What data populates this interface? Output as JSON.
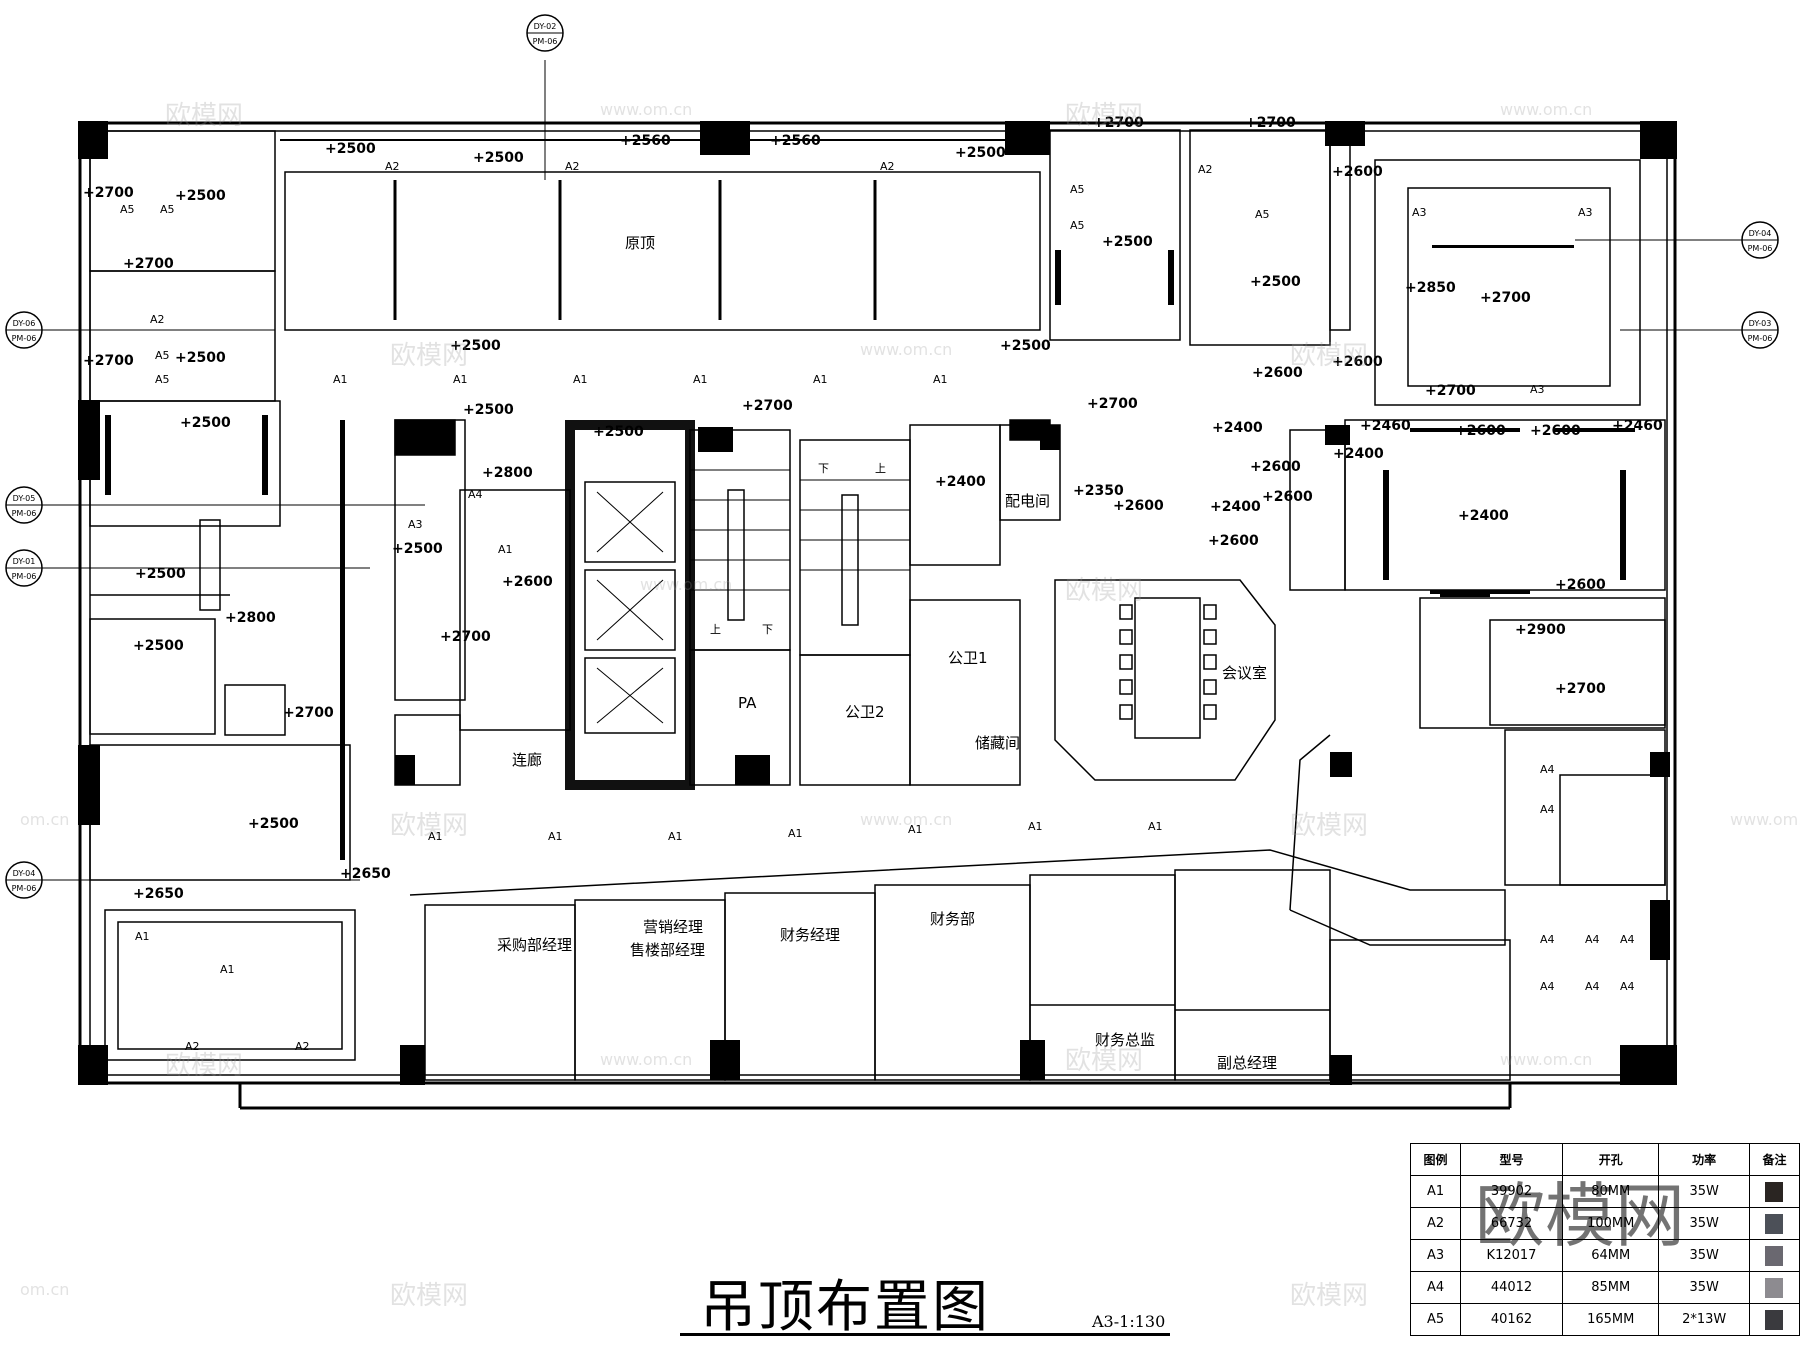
{
  "drawing": {
    "title": "吊顶布置图",
    "scale": "A3-1:130"
  },
  "rooms": [
    {
      "label": "原顶"
    },
    {
      "label": "配电间"
    },
    {
      "label": "公卫1"
    },
    {
      "label": "公卫2"
    },
    {
      "label": "PA"
    },
    {
      "label": "储藏间"
    },
    {
      "label": "会议室"
    },
    {
      "label": "连廊"
    },
    {
      "label": "采购部经理"
    },
    {
      "label": "营销经理"
    },
    {
      "label": "售楼部经理"
    },
    {
      "label": "财务经理"
    },
    {
      "label": "财务部"
    },
    {
      "label": "财务总监"
    },
    {
      "label": "副总经理"
    }
  ],
  "elevations": [
    "+2500",
    "+2700",
    "+2800",
    "+2600",
    "+2400",
    "+2350",
    "+2460",
    "+2850",
    "+2900",
    "+2650",
    "+2560"
  ],
  "section_tags": [
    {
      "top": "DY-02",
      "bottom": "PM-06"
    },
    {
      "top": "DY-06",
      "bottom": "PM-06"
    },
    {
      "top": "DY-05",
      "bottom": "PM-06"
    },
    {
      "top": "DY-01",
      "bottom": "PM-06"
    },
    {
      "top": "DY-04",
      "bottom": "PM-06"
    },
    {
      "top": "DY-04",
      "bottom": "PM-06"
    },
    {
      "top": "DY-03",
      "bottom": "PM-06"
    }
  ],
  "fixture_codes": [
    "A1",
    "A2",
    "A3",
    "A4",
    "A5"
  ],
  "stair_marks": {
    "up": "上",
    "down": "下"
  },
  "legend": {
    "headers": [
      "图例",
      "型号",
      "开孔",
      "功率",
      "备注"
    ],
    "rows": [
      {
        "code": "A1",
        "model": "39902",
        "hole": "80MM",
        "power": "35W",
        "swatch": "#2a2522"
      },
      {
        "code": "A2",
        "model": "66732",
        "hole": "100MM",
        "power": "35W",
        "swatch": "#4c5058"
      },
      {
        "code": "A3",
        "model": "K12017",
        "hole": "64MM",
        "power": "35W",
        "swatch": "#6a6870"
      },
      {
        "code": "A4",
        "model": "44012",
        "hole": "85MM",
        "power": "35W",
        "swatch": "#8d8b90"
      },
      {
        "code": "A5",
        "model": "40162",
        "hole": "165MM",
        "power": "2*13W",
        "swatch": "#3a3a3e"
      }
    ]
  },
  "watermark": {
    "text": "欧模网",
    "url": "www.om.cn",
    "site": "om.cn"
  }
}
